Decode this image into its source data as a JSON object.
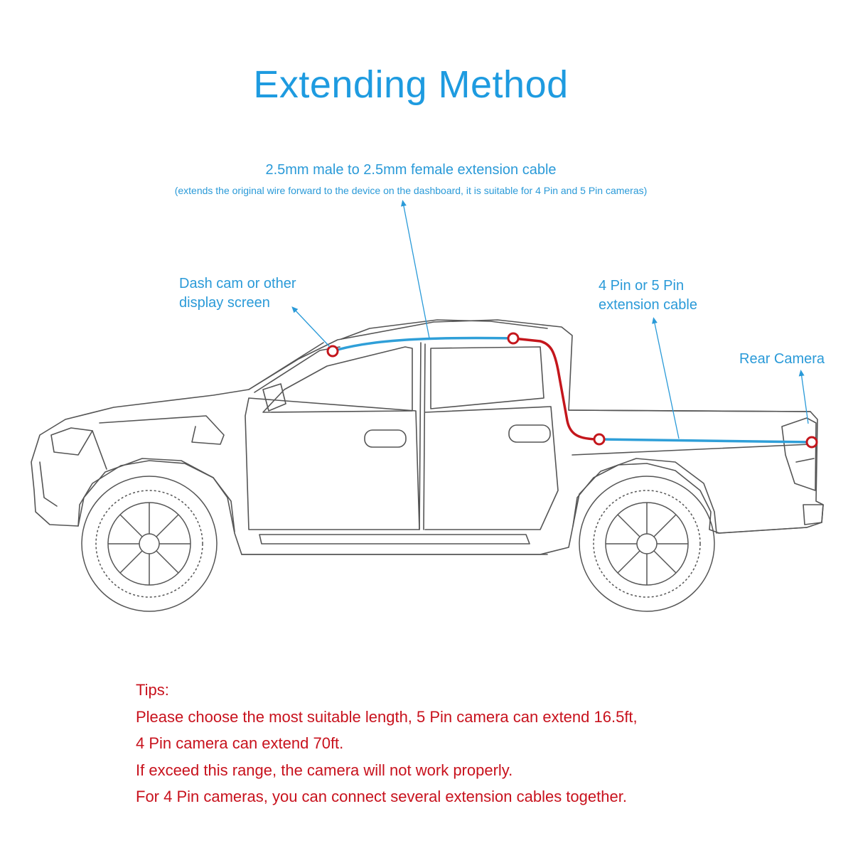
{
  "title": "Extending Method",
  "labels": {
    "extension_cable": "2.5mm male to 2.5mm female extension cable",
    "extension_cable_note": "(extends the original wire  forward to the device on the dashboard, it is suitable for 4 Pin and 5 Pin cameras)",
    "dash_cam_line1": "Dash cam or other",
    "dash_cam_line2": "display screen",
    "pin_cable_line1": "4 Pin or 5 Pin",
    "pin_cable_line2": "extension cable",
    "rear_camera": "Rear Camera"
  },
  "tips": {
    "heading": "Tips:",
    "lines": [
      "Please choose the most suitable length, 5 Pin camera can extend 16.5ft,",
      "4 Pin camera can extend 70ft.",
      "If exceed this range, the camera will not work properly.",
      "For 4 Pin cameras, you can connect several extension cables together."
    ]
  },
  "colors": {
    "title": "#1e9be0",
    "label": "#2a9ad8",
    "cable_blue": "#2f9fd8",
    "cable_red": "#c4161c",
    "tips": "#c8121d",
    "outline": "#555555"
  }
}
